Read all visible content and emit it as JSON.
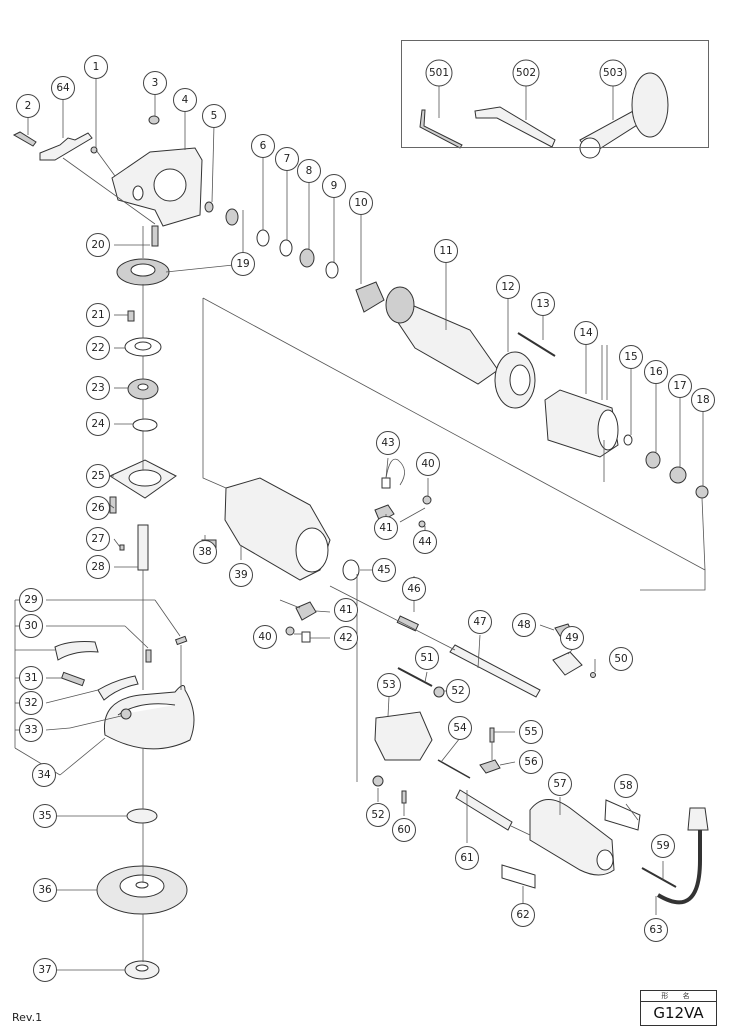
{
  "document": {
    "type": "exploded-parts-diagram",
    "revision": "Rev.1",
    "model_box": {
      "header": "形 名",
      "model": "G12VA"
    }
  },
  "accessories": {
    "items": [
      {
        "number": "501",
        "part": "hex-wrench"
      },
      {
        "number": "502",
        "part": "spanner-wrench"
      },
      {
        "number": "503",
        "part": "side-handle"
      }
    ]
  },
  "callouts": [
    {
      "number": "1"
    },
    {
      "number": "2"
    },
    {
      "number": "3"
    },
    {
      "number": "4"
    },
    {
      "number": "5"
    },
    {
      "number": "6"
    },
    {
      "number": "7"
    },
    {
      "number": "8"
    },
    {
      "number": "9"
    },
    {
      "number": "10"
    },
    {
      "number": "11"
    },
    {
      "number": "12"
    },
    {
      "number": "13"
    },
    {
      "number": "14"
    },
    {
      "number": "15"
    },
    {
      "number": "16"
    },
    {
      "number": "17"
    },
    {
      "number": "18"
    },
    {
      "number": "19"
    },
    {
      "number": "20"
    },
    {
      "number": "21"
    },
    {
      "number": "22"
    },
    {
      "number": "23"
    },
    {
      "number": "24"
    },
    {
      "number": "25"
    },
    {
      "number": "26"
    },
    {
      "number": "27"
    },
    {
      "number": "28"
    },
    {
      "number": "29"
    },
    {
      "number": "30"
    },
    {
      "number": "31"
    },
    {
      "number": "32"
    },
    {
      "number": "33"
    },
    {
      "number": "34"
    },
    {
      "number": "35"
    },
    {
      "number": "36"
    },
    {
      "number": "37"
    },
    {
      "number": "38"
    },
    {
      "number": "39"
    },
    {
      "number": "40"
    },
    {
      "number": "40"
    },
    {
      "number": "41"
    },
    {
      "number": "41"
    },
    {
      "number": "42"
    },
    {
      "number": "43"
    },
    {
      "number": "44"
    },
    {
      "number": "45"
    },
    {
      "number": "46"
    },
    {
      "number": "47"
    },
    {
      "number": "48"
    },
    {
      "number": "49"
    },
    {
      "number": "50"
    },
    {
      "number": "51"
    },
    {
      "number": "52"
    },
    {
      "number": "52"
    },
    {
      "number": "53"
    },
    {
      "number": "54"
    },
    {
      "number": "55"
    },
    {
      "number": "56"
    },
    {
      "number": "57"
    },
    {
      "number": "58"
    },
    {
      "number": "59"
    },
    {
      "number": "60"
    },
    {
      "number": "61"
    },
    {
      "number": "62"
    },
    {
      "number": "63"
    },
    {
      "number": "64"
    }
  ]
}
